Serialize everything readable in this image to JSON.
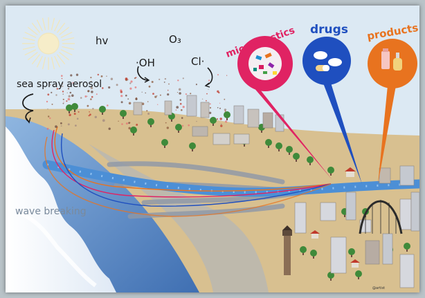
{
  "labels": {
    "hv": "hv",
    "ozone": "O₃",
    "oh": "·OH",
    "cl": "Cl·",
    "sea_spray": "sea spray aerosol",
    "wave_breaking": "wave breaking",
    "credit": "@artist"
  },
  "sources": [
    {
      "label": "microplastics",
      "color": "#e02363"
    },
    {
      "label": "drugs",
      "color": "#1f4fbf"
    },
    {
      "label": "products",
      "color": "#e8731f"
    }
  ],
  "colors": {
    "sky": "#dce9f3",
    "sand": "#d7bf8f",
    "ocean": "#6f9fd6",
    "river": "#4c8fd6",
    "tributary": "#8e98a8"
  }
}
